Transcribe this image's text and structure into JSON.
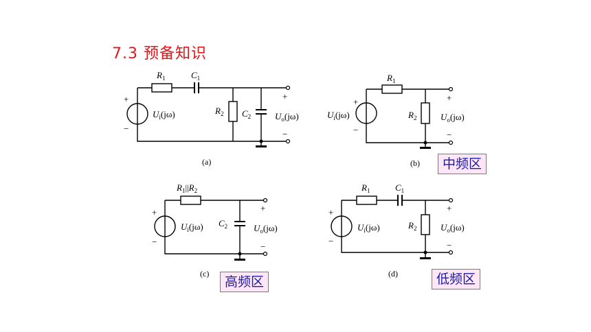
{
  "title": "7.3  预备知识",
  "circuit_a": {
    "R1": "R",
    "R1_sub": "1",
    "C1": "C",
    "C1_sub": "1",
    "R2": "R",
    "R2_sub": "2",
    "C2": "C",
    "C2_sub": "2",
    "Ui": "U",
    "Ui_sub": "i",
    "Ui_arg": "(jω)",
    "Uo": "U",
    "Uo_sub": "o",
    "Uo_arg": "(jω)",
    "plus": "+",
    "minus": "−",
    "caption": "(a)"
  },
  "circuit_b": {
    "R1": "R",
    "R1_sub": "1",
    "R2": "R",
    "R2_sub": "2",
    "Ui": "U",
    "Ui_sub": "i",
    "Ui_arg": "(jω)",
    "Uo": "U",
    "Uo_sub": "o",
    "Uo_arg": "(jω)",
    "plus": "+",
    "minus": "−",
    "caption": "(b)",
    "tag": "中频区"
  },
  "circuit_c": {
    "R_par": "R",
    "R_par_sub1": "1",
    "R_par_mid": "||",
    "R_par_b": "R",
    "R_par_sub2": "2",
    "C2": "C",
    "C2_sub": "2",
    "Ui": "U",
    "Ui_sub": "i",
    "Ui_arg": "(jω)",
    "Uo": "U",
    "Uo_sub": "o",
    "Uo_arg": "(jω)",
    "plus": "+",
    "minus": "−",
    "caption": "(c)",
    "tag": "高频区"
  },
  "circuit_d": {
    "R1": "R",
    "R1_sub": "1",
    "C1": "C",
    "C1_sub": "1",
    "R2": "R",
    "R2_sub": "2",
    "Ui": "U",
    "Ui_sub": "i",
    "Ui_arg": "(jω)",
    "Uo": "U",
    "Uo_sub": "o",
    "Uo_arg": "(jω)",
    "plus": "+",
    "minus": "−",
    "caption": "(d)",
    "tag": "低频区"
  }
}
